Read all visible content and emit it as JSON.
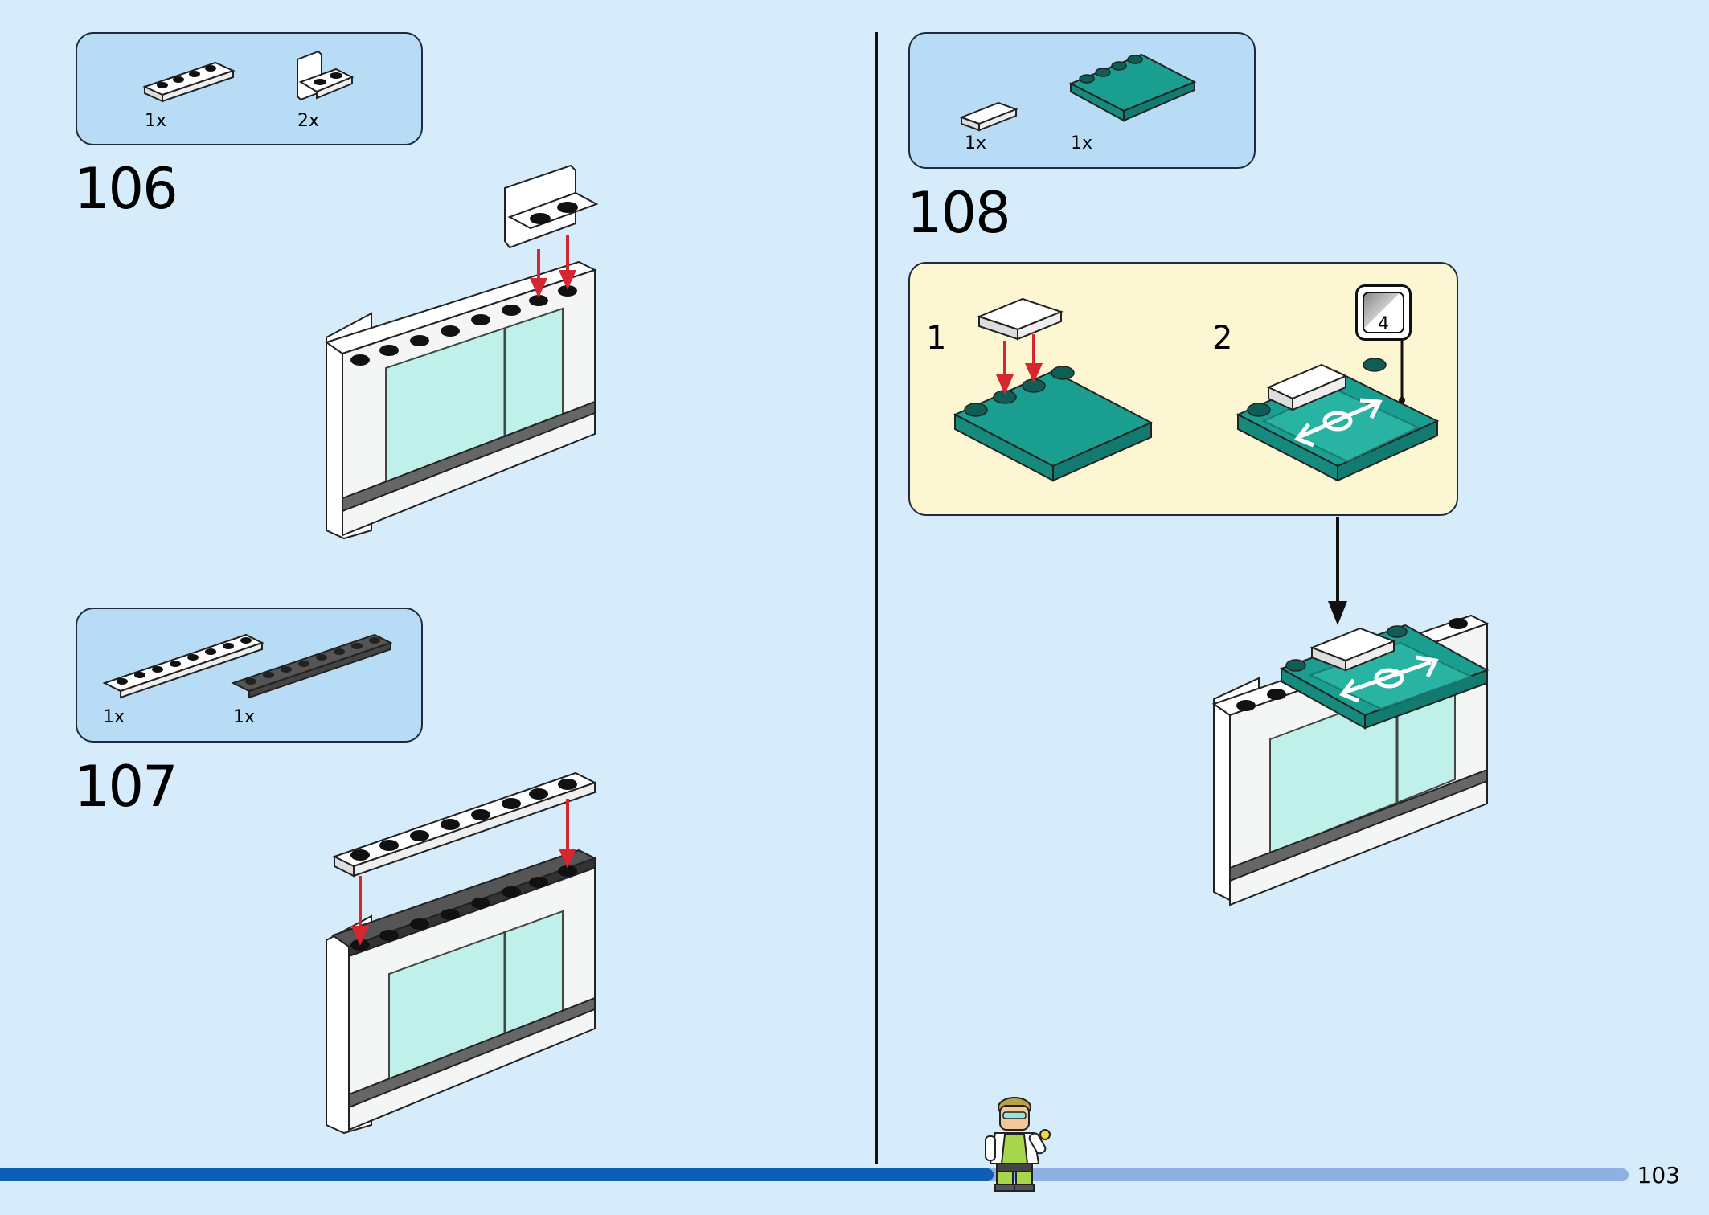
{
  "page": {
    "number": "103",
    "progress": 0.61
  },
  "steps": [
    {
      "number": "106",
      "parts": [
        {
          "name": "plate 1x4 white",
          "qty": "1x"
        },
        {
          "name": "bracket 1x2-2x2 white",
          "qty": "2x"
        }
      ]
    },
    {
      "number": "107",
      "parts": [
        {
          "name": "plate 1x8 white",
          "qty": "1x"
        },
        {
          "name": "plate 1x8 dark grey",
          "qty": "1x"
        }
      ]
    },
    {
      "number": "108",
      "parts": [
        {
          "name": "tile 1x2 white",
          "qty": "1x"
        },
        {
          "name": "plate 4x4 teal",
          "qty": "1x"
        }
      ],
      "substeps": [
        {
          "number": "1"
        },
        {
          "number": "2",
          "sticker": "4"
        }
      ]
    }
  ],
  "colors": {
    "background": "#d6ecfa",
    "parts_box": "#b8dbf6",
    "substep_box": "#fdf6d3",
    "teal": "#1a9e8f",
    "arrow_red": "#d6262f",
    "progress_fill": "#0d5fb5",
    "progress_track": "#8fb0e3"
  }
}
